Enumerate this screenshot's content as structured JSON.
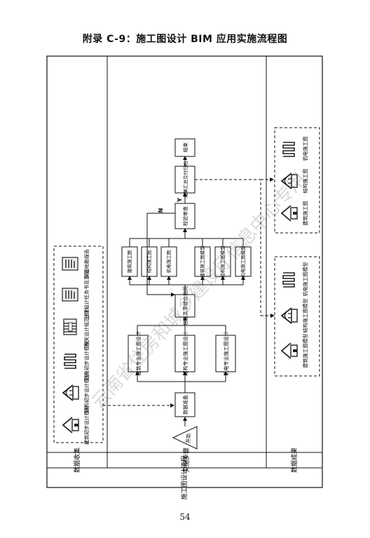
{
  "page": {
    "title": "附录 C-9：施工图设计 BIM 应用实施流程图",
    "page_number": "54"
  },
  "flow": {
    "section_title": "施工图设计流程",
    "lane_headers": {
      "data_collection": "数据收集",
      "steps": "实施步骤",
      "results": "数据成果"
    },
    "inputs": [
      {
        "label": "建筑初步设计模型",
        "icon": "building-icon"
      },
      {
        "label": "结构初步设计模型",
        "icon": "structure-icon"
      },
      {
        "label": "机电初步设计模型",
        "icon": "pipe-coil-icon"
      },
      {
        "label": "相关设计规范资料",
        "icon": "book-icon"
      },
      {
        "label": "业主设计任务书及意见",
        "icon": "document-icon"
      },
      {
        "label": "详细地勘报告",
        "icon": "document-icon"
      }
    ],
    "steps": {
      "start": "开始",
      "prepare": "数据准备",
      "arch_design": "建筑专业施工图设计",
      "struct_design": "结构专业施工图设计",
      "mep_design": "机电专业施工图设计",
      "coordination": "信息共享综合协同",
      "arch_drawing": "建筑施工图",
      "struct_drawing": "结构施工图",
      "mep_drawing": "机电施工图",
      "arch_model": "建筑施工图模型",
      "struct_model": "结构施工图模型",
      "mep_model": "机电施工图模型",
      "review": "校验审查",
      "archive": "成果汇总交付归档",
      "end": "结束",
      "yes": "Y",
      "no": "N"
    },
    "outputs_models": [
      {
        "label": "建筑施工图模型",
        "icon": "building-icon"
      },
      {
        "label": "结构施工图模型",
        "icon": "structure-icon"
      },
      {
        "label": "机电施工图模型",
        "icon": "pipe-coil-icon"
      }
    ],
    "outputs_drawings": [
      {
        "label": "建筑施工图",
        "icon": "building-icon"
      },
      {
        "label": "结构施工图",
        "icon": "structure-icon"
      },
      {
        "label": "机电施工图",
        "icon": "pipe-coil-icon"
      }
    ],
    "watermark": "云南省住房和城乡建设厅信息中心专用"
  }
}
